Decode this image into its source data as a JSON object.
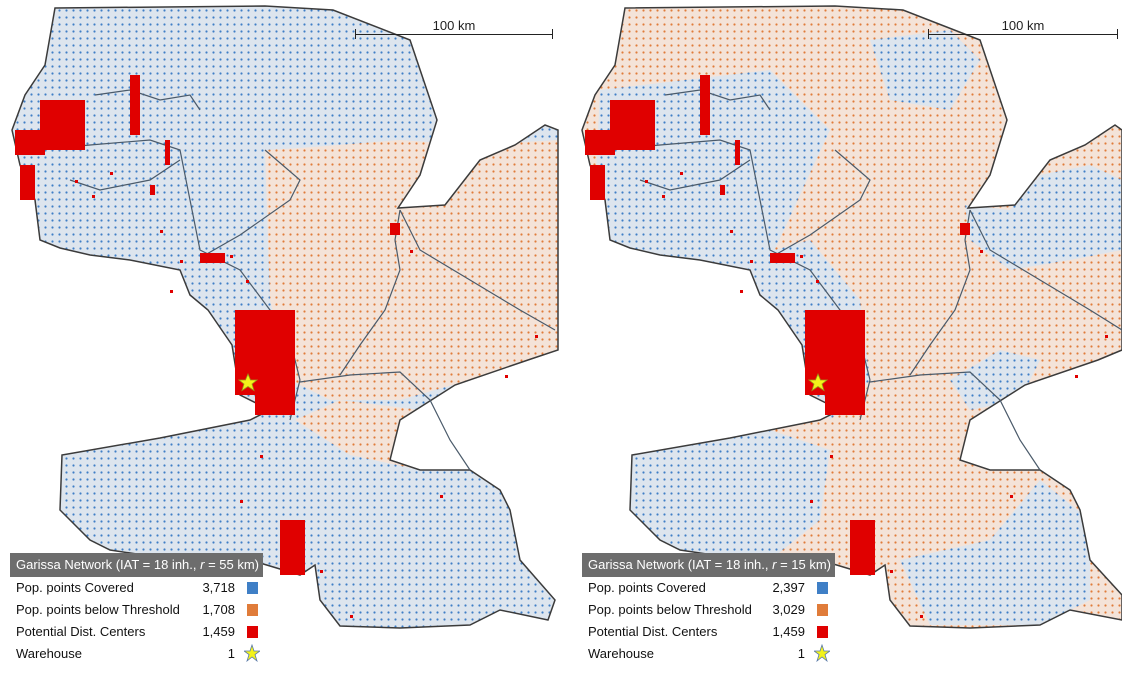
{
  "colors": {
    "covered": "#3f7fc6",
    "below_threshold": "#e07c3a",
    "dist_center": "#e00000",
    "warehouse": "#f3f31a",
    "legend_title_bg": "#6d6d6d"
  },
  "panels": [
    {
      "id": "left",
      "scale_label": "100 km",
      "legend": {
        "title_prefix": "Garissa Network  (IAT = 18 inh., ",
        "title_r": "r",
        "title_suffix": " = 55 km)",
        "items": [
          {
            "label": "Pop. points Covered",
            "count": "3,718",
            "icon": "blue-square-icon"
          },
          {
            "label": "Pop. points below Threshold",
            "count": "1,708",
            "icon": "orange-square-icon"
          },
          {
            "label": "Potential Dist. Centers",
            "count": "1,459",
            "icon": "red-square-icon"
          },
          {
            "label": "Warehouse",
            "count": "1",
            "icon": "star-icon"
          }
        ]
      }
    },
    {
      "id": "right",
      "scale_label": "100 km",
      "legend": {
        "title_prefix": "Garissa Network  (IAT = 18 inh., ",
        "title_r": "r",
        "title_suffix": " = 15 km)",
        "items": [
          {
            "label": "Pop. points Covered",
            "count": "2,397",
            "icon": "blue-square-icon"
          },
          {
            "label": "Pop. points below Threshold",
            "count": "3,029",
            "icon": "orange-square-icon"
          },
          {
            "label": "Potential Dist. Centers",
            "count": "1,459",
            "icon": "red-square-icon"
          },
          {
            "label": "Warehouse",
            "count": "1",
            "icon": "star-icon"
          }
        ]
      }
    }
  ]
}
